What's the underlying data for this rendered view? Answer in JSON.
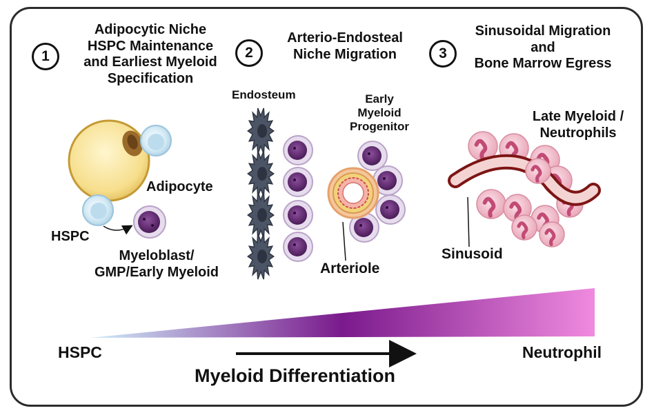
{
  "steps": [
    {
      "number": "1",
      "title_lines": [
        "Adipocytic Niche",
        "HSPC Maintenance",
        "and Earliest Myeloid",
        "Specification"
      ]
    },
    {
      "number": "2",
      "title_lines": [
        "Arterio-Endosteal",
        "Niche Migration"
      ]
    },
    {
      "number": "3",
      "title_lines": [
        "Sinusoidal Migration",
        "and",
        "Bone Marrow Egress"
      ]
    }
  ],
  "labels": {
    "adipocyte": "Adipocyte",
    "hspc_cell": "HSPC",
    "myeloblast_lines": [
      "Myeloblast/",
      "GMP/Early Myeloid"
    ],
    "endosteum": "Endosteum",
    "early_progenitor_lines": [
      "Early",
      "Myeloid",
      "Progenitor"
    ],
    "arteriole": "Arteriole",
    "late_myeloid_lines": [
      "Late Myeloid /",
      "Neutrophils"
    ],
    "sinusoid": "Sinusoid"
  },
  "gradient": {
    "start_label": "HSPC",
    "end_label": "Neutrophil",
    "axis_title": "Myeloid Differentiation",
    "colors": [
      "#cfeefa",
      "#7a1a8c",
      "#f08adf"
    ]
  },
  "colors": {
    "adipocyte_fill": "#f3d889",
    "hspc_fill": "#cfe6f2",
    "myeloid_cell": "#5e2a6e",
    "neutrophil_fill": "#f0b9c8",
    "sinusoid": "#8a1a1a",
    "endosteum": "#4c5566"
  }
}
